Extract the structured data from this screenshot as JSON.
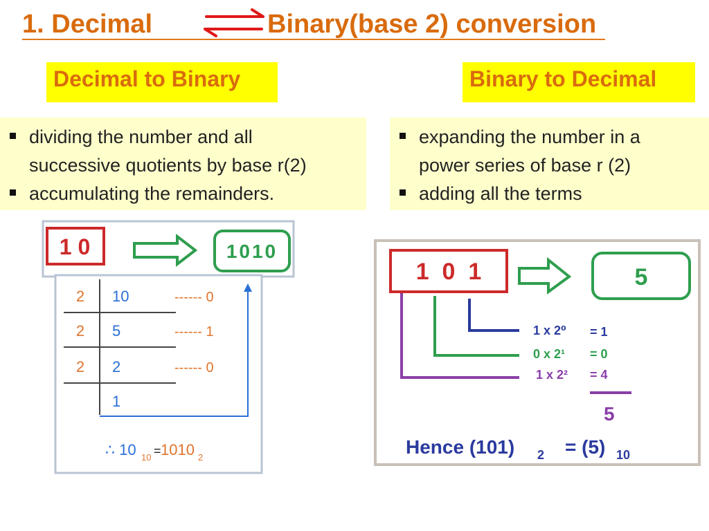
{
  "title": {
    "left": "1. Decimal",
    "right": "Binary(base 2) conversion",
    "arrow_icon": "double-arrow-icon"
  },
  "colors": {
    "title": "#d96b0d",
    "header_bg": "#ffff00",
    "bullet_bg": "#ffffcc",
    "red_box": "#cc2a2a",
    "green_box": "#2e9e4e",
    "blue_text": "#2a6fd6",
    "orange_text": "#e0742c"
  },
  "decimal_to_binary": {
    "header": "Decimal to  Binary",
    "bullets": [
      "dividing the number and all",
      "successive quotients by base r(2)",
      " accumulating the remainders."
    ],
    "figure": {
      "input": "1 0",
      "output": "1010",
      "rows": [
        {
          "divisor": "2",
          "number": "10",
          "remainder": "------ 0"
        },
        {
          "divisor": "2",
          "number": "5",
          "remainder": "------ 1"
        },
        {
          "divisor": "2",
          "number": "2",
          "remainder": "------ 0"
        },
        {
          "divisor": "",
          "number": "1",
          "remainder": ""
        }
      ],
      "result_prefix": "∴ 10",
      "result_sub1": "10",
      "result_eq": "=",
      "result_value": "1010",
      "result_sub2": "2"
    }
  },
  "binary_to_decimal": {
    "header": "Binary to Decimal",
    "bullets": [
      "expanding the number in a",
      "power series of  base r (2)",
      "adding all the terms"
    ],
    "figure": {
      "input": "1  0  1",
      "output": "5",
      "terms": [
        {
          "term": "1 x 2⁰",
          "value": "= 1"
        },
        {
          "term": "0 x 2¹",
          "value": "= 0"
        },
        {
          "term": "1 x 2²",
          "value": "= 4"
        }
      ],
      "sum": "5",
      "hence": "Hence (101)",
      "hence_sub1": "2",
      "hence_eq": "= (5)",
      "hence_sub2": "10"
    }
  }
}
